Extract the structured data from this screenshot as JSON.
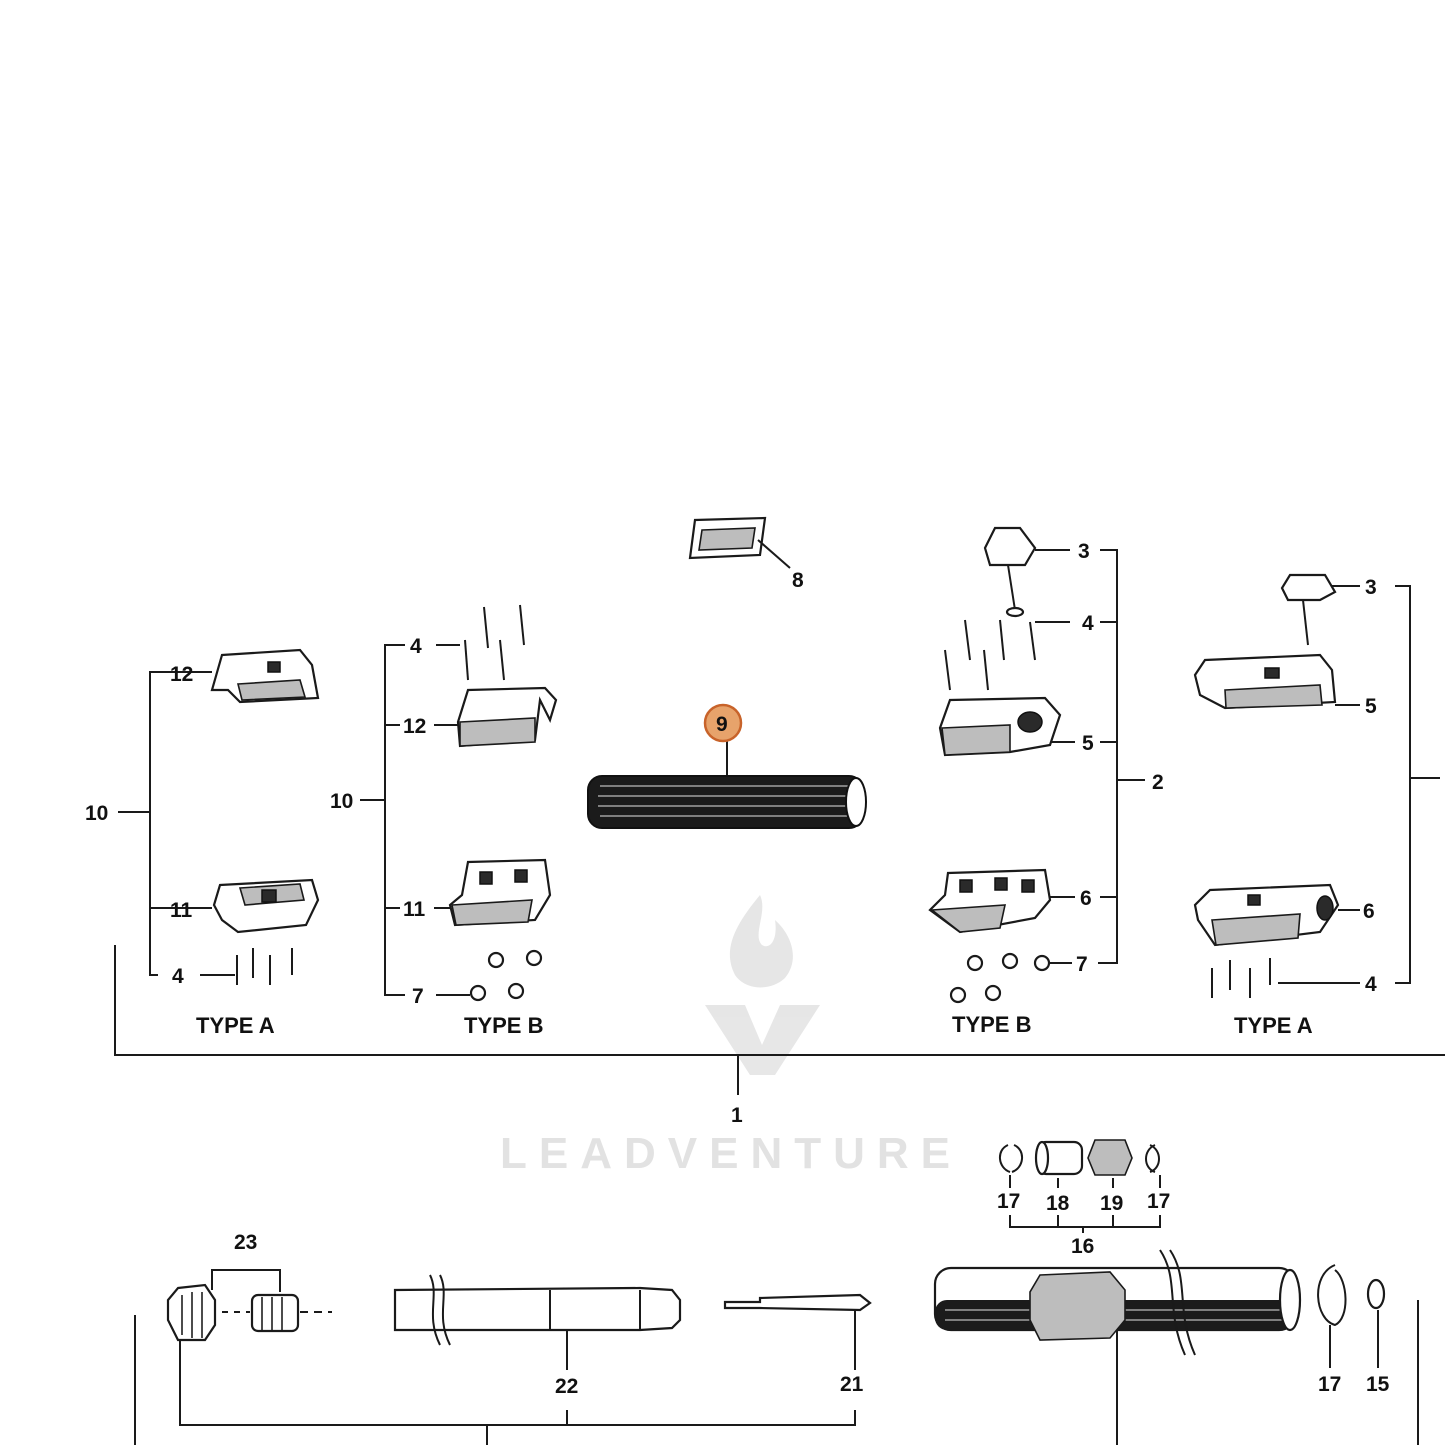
{
  "watermark": {
    "text": "LEADVENTURE",
    "color": "#e2e2e2"
  },
  "highlight": {
    "label": "9",
    "color": "#e7a36b",
    "ring_color": "#c8632a"
  },
  "groups": {
    "left_a": "TYPE A",
    "left_b": "TYPE B",
    "right_b": "TYPE B",
    "right_a": "TYPE A"
  },
  "labels": {
    "l_12a": "12",
    "l_10a": "10",
    "l_11a": "11",
    "l_4a": "4",
    "l_4b": "4",
    "l_12b": "12",
    "l_10b": "10",
    "l_11b": "11",
    "l_7b": "7",
    "l_8": "8",
    "l_9": "9",
    "l_1": "1",
    "r_3b": "3",
    "r_4b": "4",
    "r_5b": "5",
    "r_2": "2",
    "r_6b": "6",
    "r_7b": "7",
    "r_3a": "3",
    "r_5a": "5",
    "r_6a": "6",
    "r_4a": "4",
    "b_23": "23",
    "b_22": "22",
    "b_21": "21",
    "b_17a": "17",
    "b_18": "18",
    "b_19": "19",
    "b_17b": "17",
    "b_16": "16",
    "b_17c": "17",
    "b_15": "15"
  }
}
